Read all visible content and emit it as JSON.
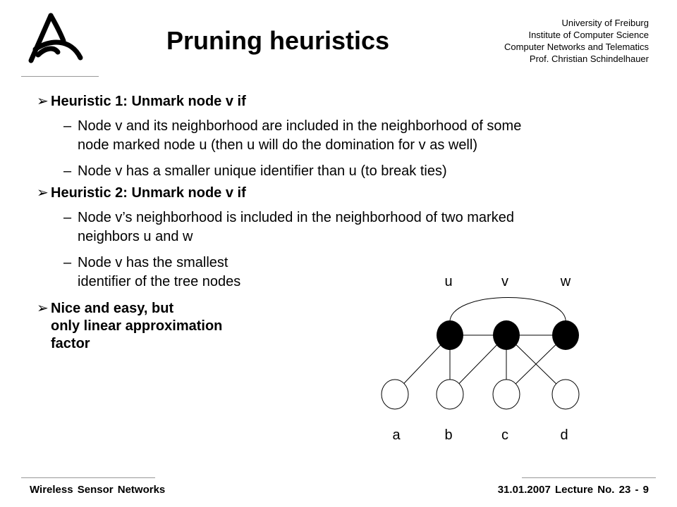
{
  "slide": {
    "title": "Pruning heuristics",
    "institution": {
      "lines": [
        "University of Freiburg",
        "Institute of Computer Science",
        "Computer Networks and Telematics",
        "Prof. Christian Schindelhauer"
      ]
    },
    "logo_icon": "university-logo-icon",
    "bullet_marker": "➢",
    "dash": "–",
    "bullets": [
      {
        "lines": [
          "Heuristic 1: Unmark node v if"
        ],
        "subs": [
          {
            "lines": [
              "Node v and its neighborhood are included in the neighborhood of some",
              "node marked node u  (then u will do the domination for v as well)"
            ]
          },
          {
            "lines": [
              "Node v has a smaller unique identifier than u (to break ties)"
            ]
          }
        ]
      },
      {
        "lines": [
          "Heuristic 2: Unmark node v if"
        ],
        "subs": [
          {
            "lines": [
              "Node v’s neighborhood is included in the neighborhood of two marked",
              "neighbors u and w"
            ]
          },
          {
            "lines": [
              "Node v has the smallest",
              "identifier of the tree nodes"
            ]
          }
        ]
      },
      {
        "lines": [
          "Nice and easy, but",
          "only linear approximation",
          "factor"
        ],
        "subs": []
      }
    ],
    "graph": {
      "top_labels": [
        "u",
        "v",
        "w"
      ],
      "bottom_labels": [
        "a",
        "b",
        "c",
        "d"
      ]
    },
    "footer": {
      "left": "Wireless Sensor Networks",
      "right": "31.01.2007 Lecture No. 23 - 9"
    }
  }
}
